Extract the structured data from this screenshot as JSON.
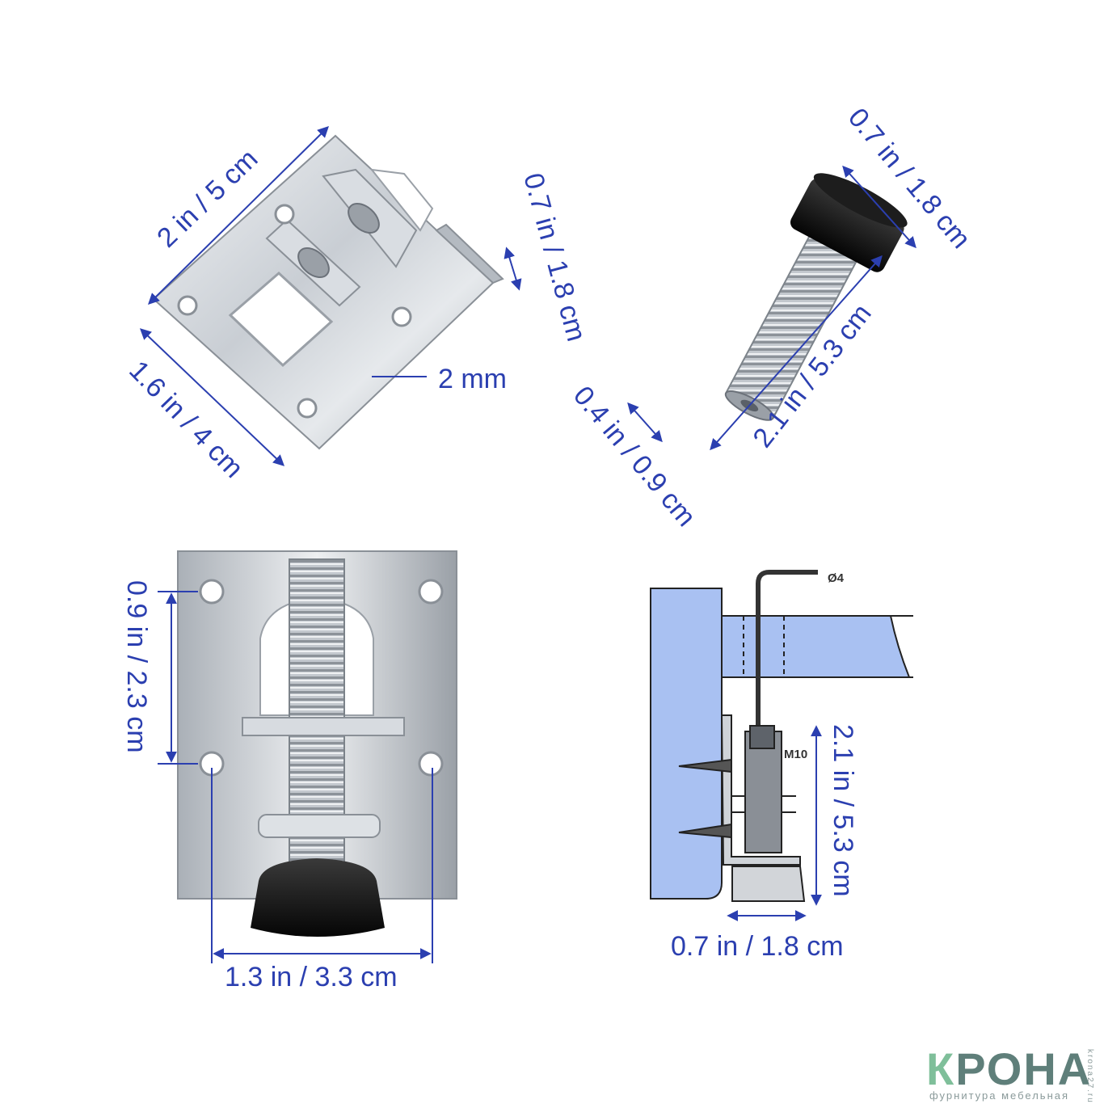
{
  "dimensions": {
    "bracket_length": "2 in / 5 cm",
    "bracket_width": "1.6 in / 4 cm",
    "bracket_flange": "0.7 in / 1.8 cm",
    "plate_thickness": "2 mm",
    "foot_diameter": "0.7 in / 1.8 cm",
    "bolt_length": "2.1 in / 5.3 cm",
    "bolt_diameter": "0.4 in / 0.9 cm",
    "hole_spacing_vertical": "0.9 in / 2.3 cm",
    "hole_spacing_horizontal": "1.3 in / 3.3 cm",
    "install_height": "2.1 in / 5.3 cm",
    "install_depth": "0.7 in / 1.8 cm"
  },
  "install_notes": {
    "hex_key": "Ø4",
    "bolt_size": "M10"
  },
  "logo": {
    "first_letter": "К",
    "rest": "РОНА",
    "tagline": "фурнитура мебельная",
    "site": "krona27.ru"
  },
  "colors": {
    "dimension_blue": "#2b3fb0",
    "panel_blue": "#a9c1f2",
    "logo_green": "#7fbf9a",
    "logo_teal": "#5f7f7a"
  }
}
